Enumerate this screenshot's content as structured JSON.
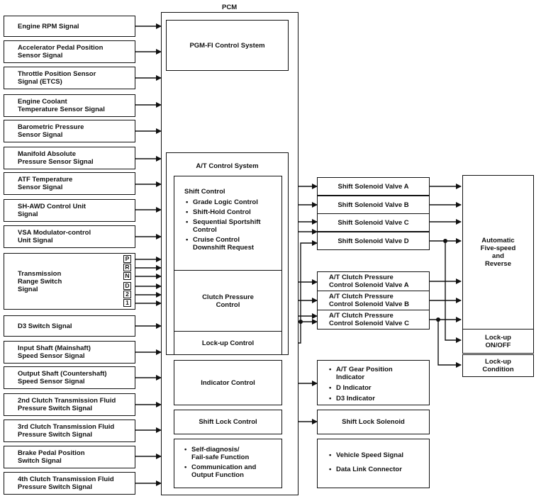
{
  "pcm_label": "PCM",
  "inputs": [
    "Engine RPM Signal",
    "Accelerator Pedal Position\nSensor Signal",
    "Throttle Position Sensor\nSignal (ETCS)",
    "Engine Coolant\nTemperature Sensor Signal",
    "Barometric Pressure\nSensor Signal",
    "Manifold Absolute\nPressure Sensor Signal",
    "ATF Temperature\nSensor Signal",
    "SH-AWD Control Unit\nSignal",
    "VSA Modulator-control\nUnit Signal",
    "Transmission\nRange Switch\nSignal",
    "D3 Switch Signal",
    "Input Shaft (Mainshaft)\nSpeed Sensor Signal",
    "Output Shaft (Countershaft)\nSpeed Sensor Signal",
    "2nd Clutch Transmission Fluid\nPressure Switch Signal",
    "3rd Clutch Transmission Fluid\nPressure Switch Signal",
    "Brake Pedal Position\nSwitch Signal",
    "4th Clutch Transmission Fluid\nPressure Switch Signal"
  ],
  "range_positions": [
    "P",
    "R",
    "N",
    "D",
    "2",
    "1"
  ],
  "pgmfi": "PGM-FI Control System",
  "atc": {
    "title": "A/T Control System",
    "shift_control": "Shift Control",
    "shift_items": [
      "Grade Logic Control",
      "Shift-Hold Control",
      "Sequential Sportshift\nControl",
      "Cruise Control\nDownshift Request"
    ],
    "clutch_pressure": "Clutch Pressure\nControl",
    "lockup": "Lock-up Control"
  },
  "indicator_control": "Indicator Control",
  "shift_lock_control": "Shift Lock Control",
  "diag_items": [
    "Self-diagnosis/\nFail-safe Function",
    "Communication and\nOutput Function"
  ],
  "outputs": {
    "ssv": [
      "Shift Solenoid Valve A",
      "Shift Solenoid Valve B",
      "Shift Solenoid Valve C",
      "Shift Solenoid Valve D"
    ],
    "atcp": [
      "A/T Clutch Pressure\nControl Solenoid Valve A",
      "A/T Clutch Pressure\nControl Solenoid Valve B",
      "A/T Clutch Pressure\nControl Solenoid Valve C"
    ],
    "indicators": [
      "A/T Gear Position\nIndicator",
      "D Indicator",
      "D3 Indicator"
    ],
    "shift_lock_solenoid": "Shift Lock Solenoid",
    "comm": [
      "Vehicle Speed Signal",
      "Data Link Connector"
    ]
  },
  "transmission": "Automatic\nFive-speed\nand\nReverse",
  "lockup_onoff": "Lock-up\nON/OFF",
  "lockup_condition": "Lock-up\nCondition"
}
